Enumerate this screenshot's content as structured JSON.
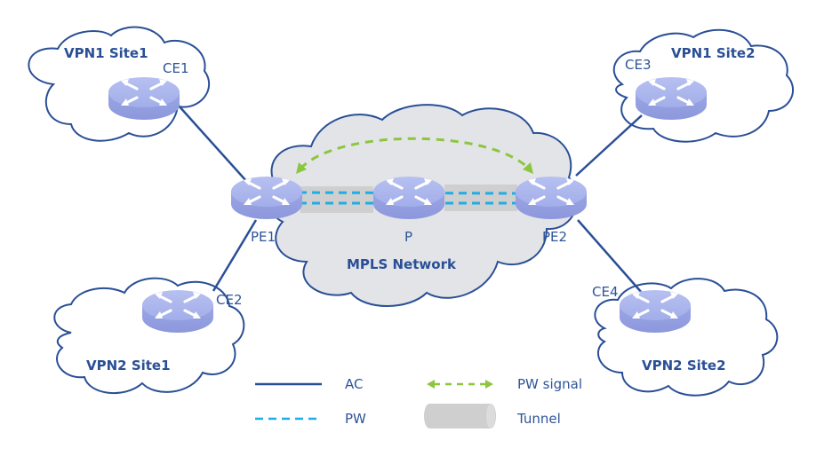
{
  "clouds": {
    "vpn1_site1": "VPN1 Site1",
    "vpn1_site2": "VPN1 Site2",
    "vpn2_site1": "VPN2 Site1",
    "vpn2_site2": "VPN2 Site2",
    "mpls": "MPLS Network"
  },
  "routers": {
    "ce1": "CE1",
    "ce2": "CE2",
    "ce3": "CE3",
    "ce4": "CE4",
    "pe1": "PE1",
    "pe2": "PE2",
    "p": "P"
  },
  "legend": {
    "ac": "AC",
    "pw": "PW",
    "pw_signal": "PW  signal",
    "tunnel": "Tunnel"
  },
  "colors": {
    "ac_line": "#2a4f96",
    "pw_line": "#1eaee6",
    "pw_signal": "#8cc63f",
    "tunnel": "#cfcfcf",
    "router": "#a7b3ea",
    "cloud_outline": "#2a4f96",
    "mpls_fill": "#e3e4e8"
  }
}
